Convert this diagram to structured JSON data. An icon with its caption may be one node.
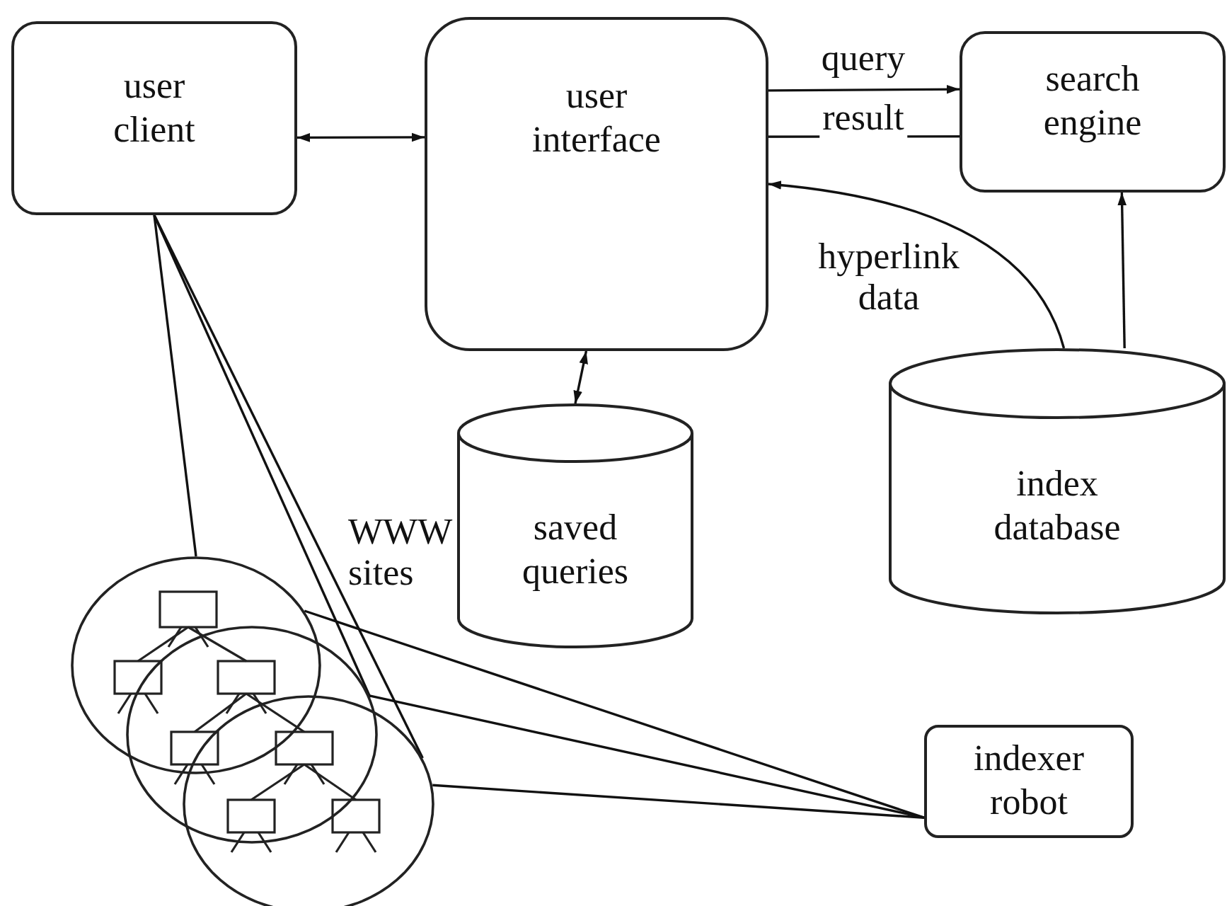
{
  "diagram": {
    "nodes": [
      {
        "text": [
          "user client"
        ]
      },
      {
        "text": [
          "user interface"
        ]
      },
      {
        "text": [
          "search engine"
        ]
      },
      {
        "text": [
          "saved queries"
        ]
      },
      {
        "text": [
          "index database"
        ]
      },
      {
        "text": [
          "indexer robot"
        ]
      },
      {
        "text": [],
        "shape": "circle"
      },
      {
        "text": [],
        "shape": "circle"
      },
      {
        "text": [],
        "shape": "circle"
      }
    ],
    "edges": [
      {
        "from": 0,
        "to": 1,
        "arrow": "both"
      },
      {
        "from": 1,
        "to": 2,
        "arrow": "to",
        "label": "query"
      },
      {
        "from": 2,
        "to": 1,
        "arrow": "to",
        "label": "result"
      },
      {
        "from": 4,
        "to": 1,
        "arrow": "to",
        "label": "hyperlink data"
      },
      {
        "from": 4,
        "to": 2,
        "arrow": "to"
      },
      {
        "from": 1,
        "to": 3,
        "arrow": "both"
      },
      {
        "from": 0,
        "to": 6,
        "arrow": "none"
      },
      {
        "from": 0,
        "to": 7,
        "arrow": "none"
      },
      {
        "from": 0,
        "to": 8,
        "arrow": "none"
      },
      {
        "from": 5,
        "to": 6,
        "arrow": "none"
      },
      {
        "from": 5,
        "to": 7,
        "arrow": "none"
      },
      {
        "from": 5,
        "to": 8,
        "arrow": "none"
      }
    ],
    "labels": [
      "WWW sites"
    ]
  }
}
